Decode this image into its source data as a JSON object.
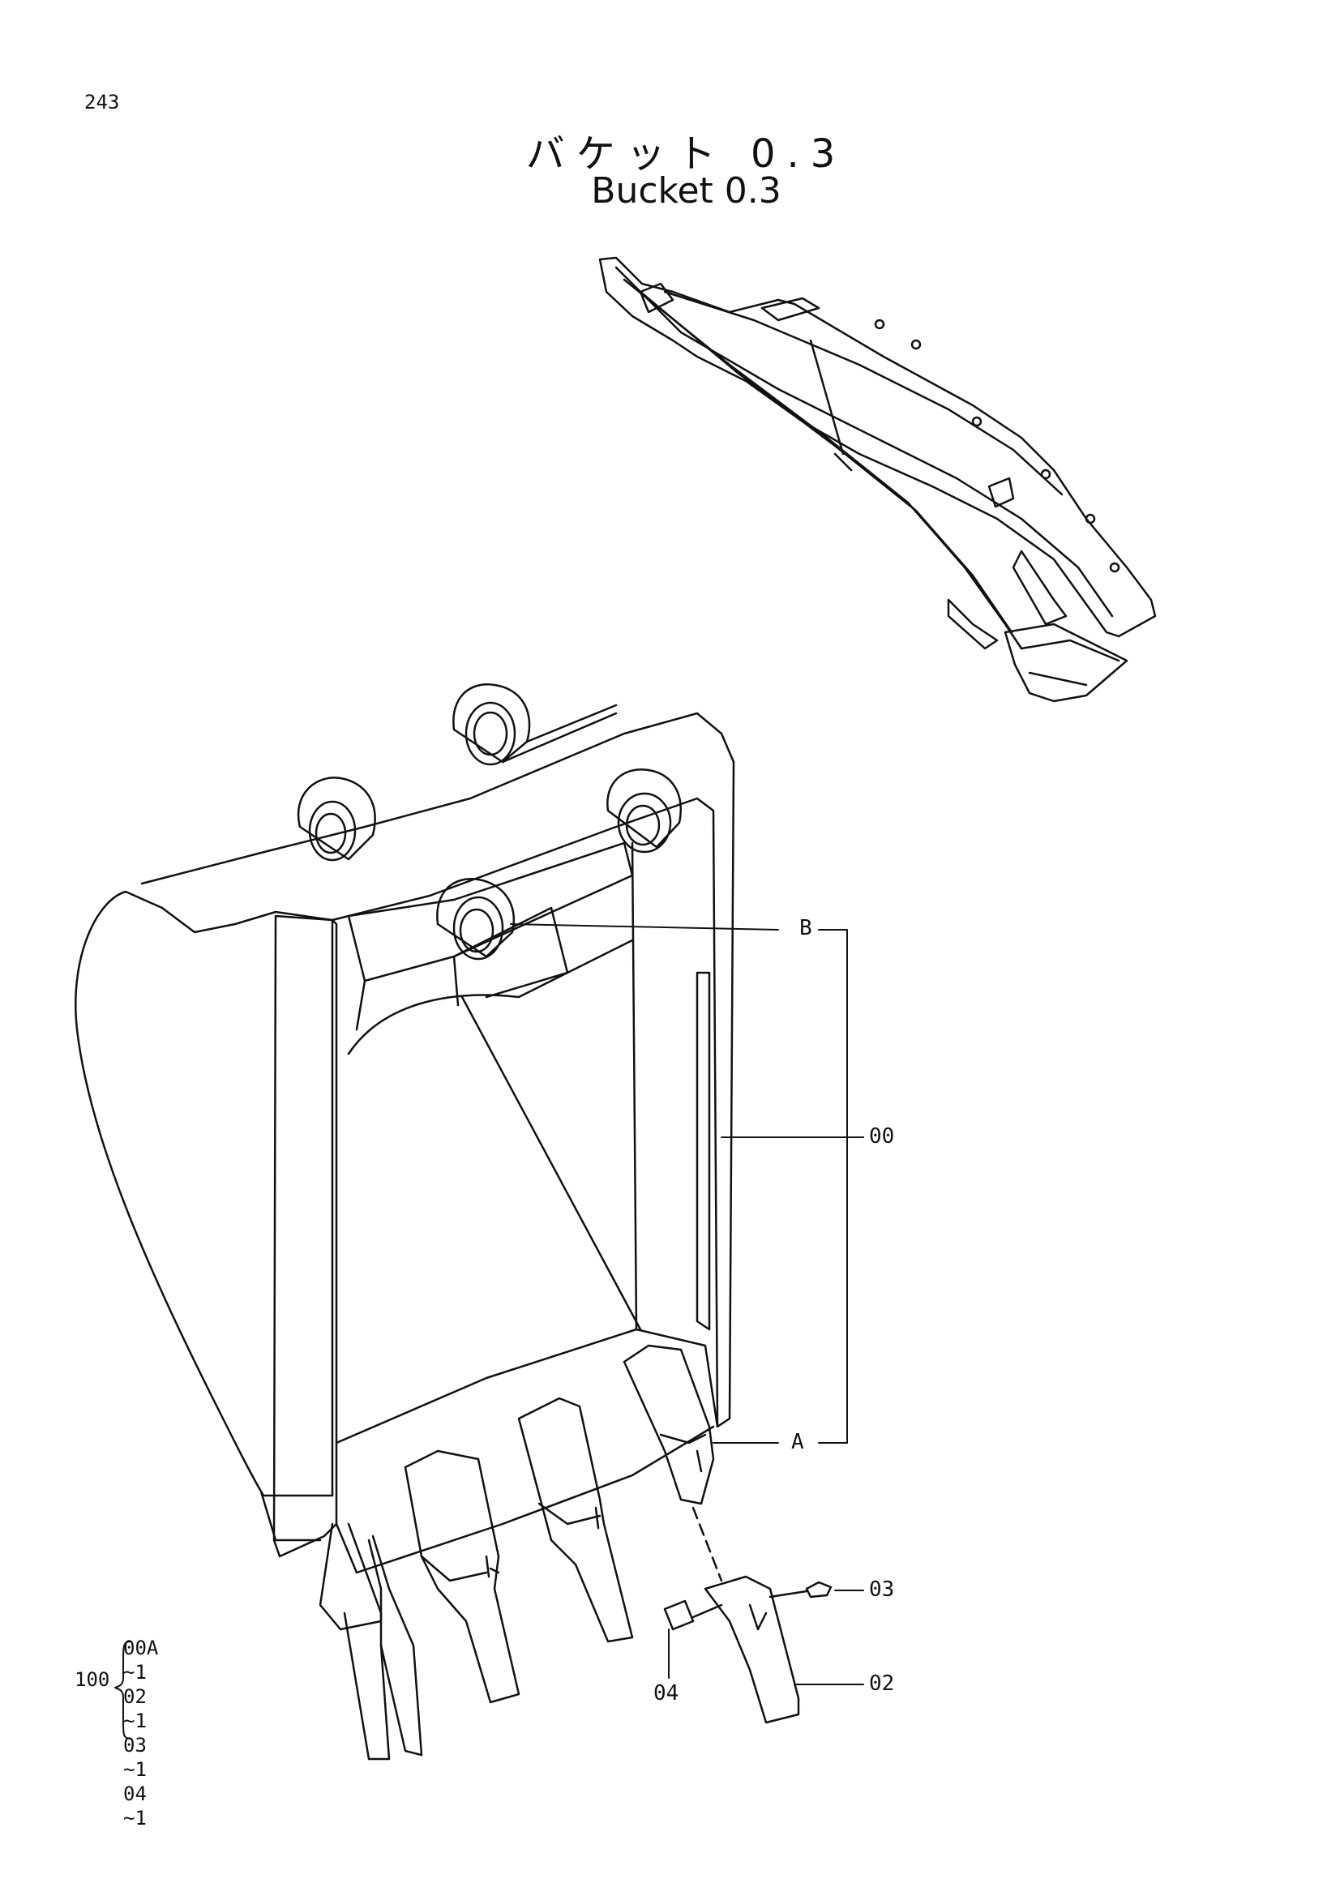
{
  "page_number": "243",
  "title_ja": "バケット 0.3",
  "title_en": "Bucket 0.3",
  "callouts": {
    "b": "B",
    "a": "A",
    "p00": "00",
    "p03": "03",
    "p02": "02",
    "p04": "04"
  },
  "kit": {
    "number": "100",
    "items": [
      {
        "part": "00A",
        "qty": "~1"
      },
      {
        "part": "02",
        "qty": "~1"
      },
      {
        "part": "03",
        "qty": "~1"
      },
      {
        "part": "04",
        "qty": "~1"
      }
    ]
  }
}
